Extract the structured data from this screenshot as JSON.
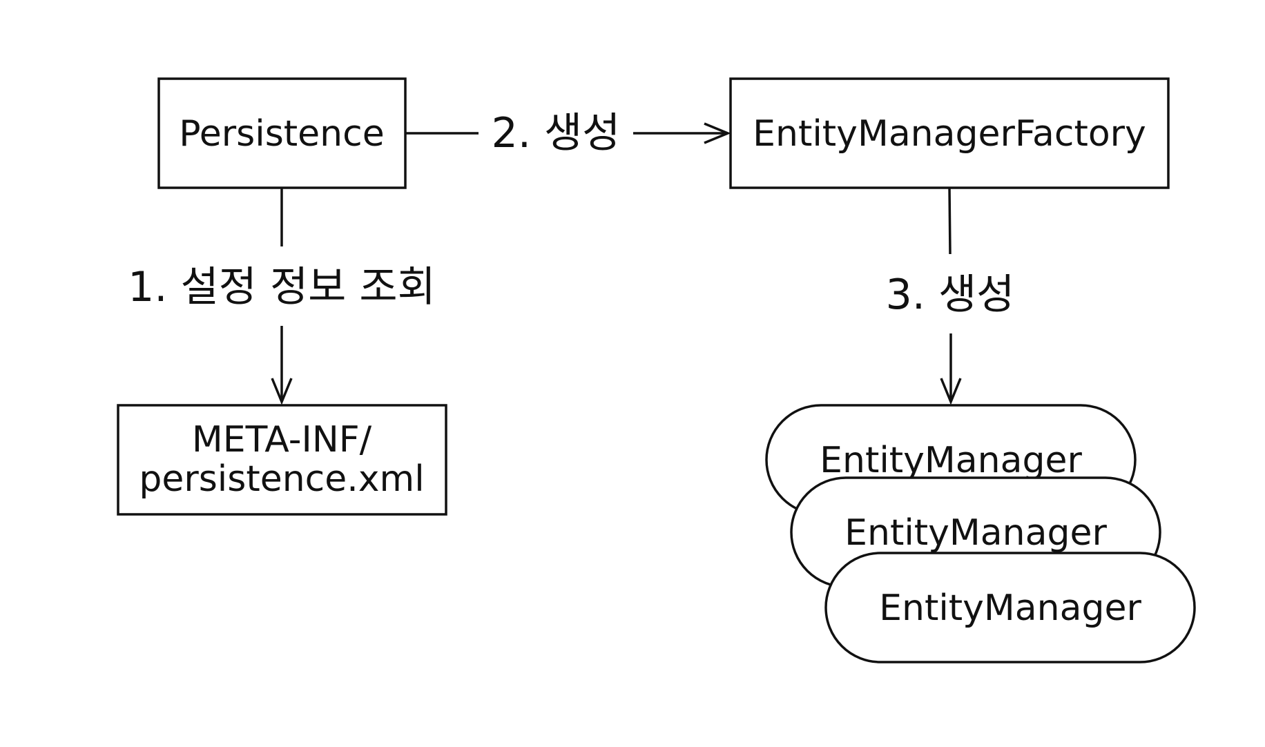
{
  "nodes": {
    "persistence": {
      "label": "Persistence"
    },
    "factory": {
      "label": "EntityManagerFactory"
    },
    "config_file": {
      "line1": "META-INF/",
      "line2": "persistence.xml"
    },
    "managers": [
      {
        "label": "EntityManager"
      },
      {
        "label": "EntityManager"
      },
      {
        "label": "EntityManager"
      }
    ]
  },
  "edges": {
    "lookup": {
      "label": "1. 설정 정보 조회"
    },
    "create_factory": {
      "label": "2. 생성"
    },
    "create_manager": {
      "label": "3. 생성"
    }
  },
  "colors": {
    "stroke": "#111111",
    "background": "#ffffff"
  }
}
